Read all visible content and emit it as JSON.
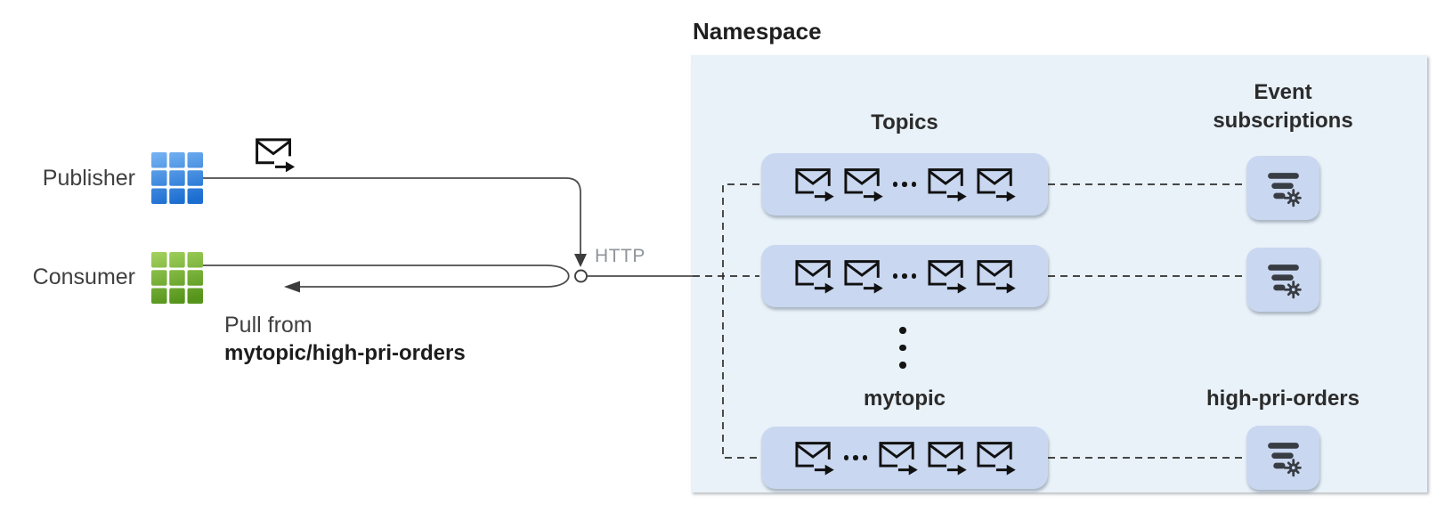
{
  "diagram": {
    "publisher": {
      "label": "Publisher"
    },
    "consumer": {
      "label": "Consumer"
    },
    "pull_from": {
      "line1": "Pull from",
      "line2": "mytopic/high-pri-orders"
    },
    "http_label": "HTTP",
    "namespace": {
      "title": "Namespace",
      "topics": {
        "title": "Topics",
        "bottom_topic_label": "mytopic",
        "rows": [
          {
            "envelopes_before_ellipsis": 2,
            "envelopes_after_ellipsis": 2
          },
          {
            "envelopes_before_ellipsis": 2,
            "envelopes_after_ellipsis": 2
          },
          {
            "envelopes_before_ellipsis": 1,
            "envelopes_after_ellipsis": 3
          }
        ]
      },
      "event_subscriptions": {
        "title": "Event subscriptions",
        "bottom_subscription_label": "high-pri-orders",
        "box_count": 3
      }
    },
    "icons": {
      "publisher": "app-grid-blue-icon",
      "consumer": "app-grid-green-icon",
      "message": "envelope-arrow-icon",
      "subscription": "filter-gear-icon",
      "endpoint": "endpoint-circle"
    },
    "colors": {
      "tile_blue_dark": "#1C6ED1",
      "tile_blue_light": "#74B1F1",
      "tile_green_dark": "#55941B",
      "tile_green_light": "#A0D05C",
      "namespace_bg": "#E9F2F9",
      "pill_bg": "#C9D7F0",
      "line": "#4C4C4C",
      "http_text": "#8F949A",
      "icon_dark": "#383C43"
    }
  }
}
